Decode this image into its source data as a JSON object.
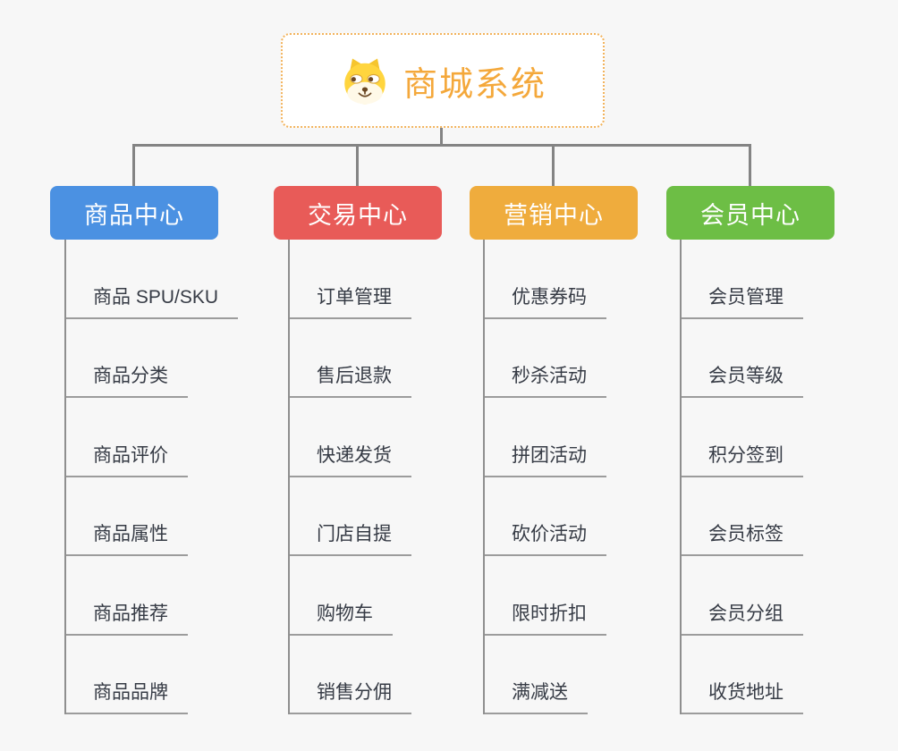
{
  "canvas": {
    "background": "#f7f7f7",
    "connector_color": "#848484"
  },
  "root": {
    "title": "商城系统",
    "title_color": "#f4a83b",
    "border_color": "#f2b35c",
    "icon": "dog-face-icon"
  },
  "branches": [
    {
      "label": "商品中心",
      "color": "#4b91e2",
      "children": [
        "商品 SPU/SKU",
        "商品分类",
        "商品评价",
        "商品属性",
        "商品推荐",
        "商品品牌"
      ]
    },
    {
      "label": "交易中心",
      "color": "#e85b58",
      "children": [
        "订单管理",
        "售后退款",
        "快递发货",
        "门店自提",
        "购物车",
        "销售分佣"
      ]
    },
    {
      "label": "营销中心",
      "color": "#efac3d",
      "children": [
        "优惠券码",
        "秒杀活动",
        "拼团活动",
        "砍价活动",
        "限时折扣",
        "满减送"
      ]
    },
    {
      "label": "会员中心",
      "color": "#6dbe45",
      "children": [
        "会员管理",
        "会员等级",
        "积分签到",
        "会员标签",
        "会员分组",
        "收货地址"
      ]
    }
  ]
}
